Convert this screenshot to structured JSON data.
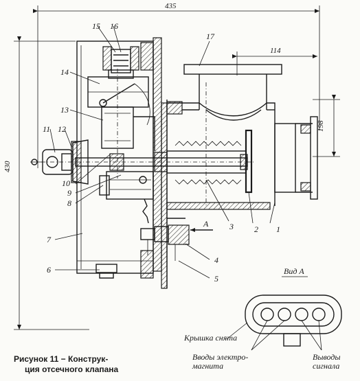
{
  "dimensions": {
    "overall_width": "435",
    "overall_height": "430",
    "pipe_offset": "114",
    "pipe_height": "198"
  },
  "part_numbers": [
    "1",
    "2",
    "3",
    "4",
    "5",
    "6",
    "7",
    "8",
    "9",
    "10",
    "11",
    "12",
    "13",
    "14",
    "15",
    "16",
    "17"
  ],
  "view_label": "A",
  "view_title": "Вид А",
  "inset_labels": {
    "cover_removed": "Крышка снята",
    "magnet_leads": "Вводы электро-\nмагнита",
    "signal_leads": "Выводы\nсигнала"
  },
  "caption": {
    "line1": "Рисунок 11 − Конструк-",
    "line2": "ция отсечного клапана"
  }
}
